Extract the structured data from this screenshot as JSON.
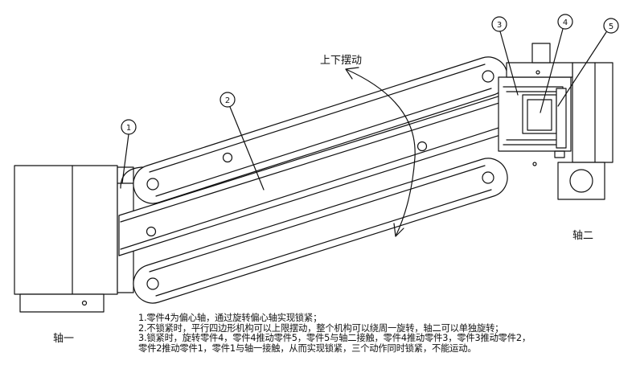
{
  "labels": {
    "motion": "上下摆动",
    "shaft1": "轴一",
    "shaft2": "轴二"
  },
  "callouts": [
    "1",
    "2",
    "3",
    "4",
    "5"
  ],
  "notes": [
    "1.零件4为偏心轴，通过旋转偏心轴实现锁紧；",
    "2.不锁紧时，平行四边形机构可以上限摆动，整个机构可以绕周一旋转，轴二可以单独旋转；",
    "3.锁紧时，旋转零件4，零件4推动零件5，零件5与轴二接触，零件4推动零件3，零件3推动零件2，",
    "   零件2推动零件1，零件1与轴一接触，从而实现锁紧，三个动作同时锁紧，不能运动。"
  ]
}
